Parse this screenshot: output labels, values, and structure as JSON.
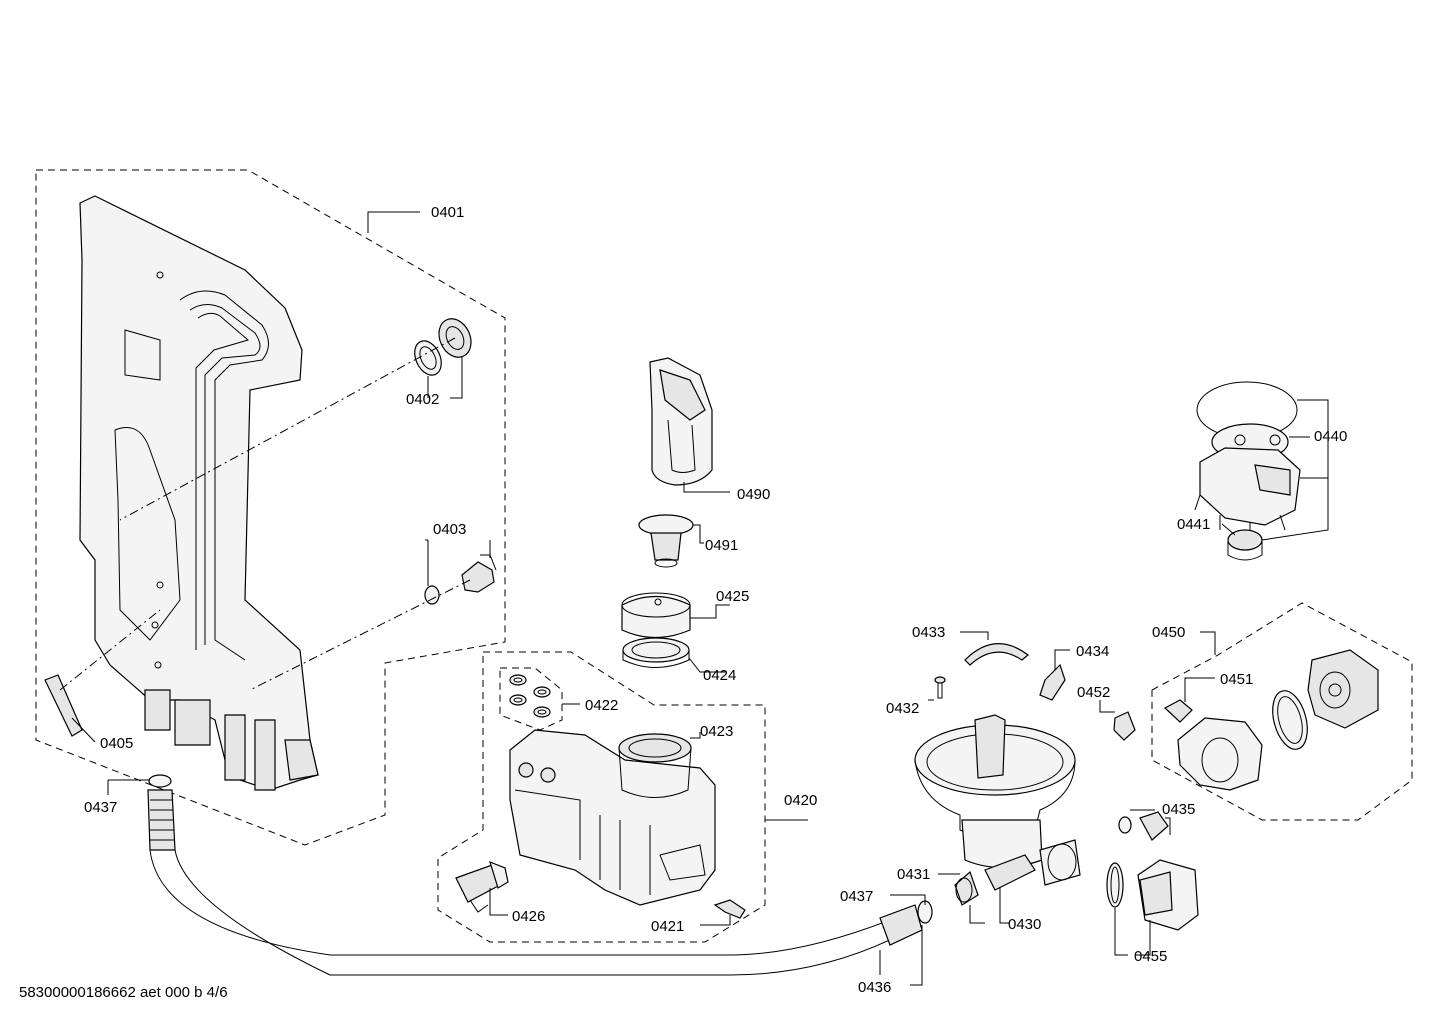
{
  "labels": {
    "p0401": "0401",
    "p0402": "0402",
    "p0403": "0403",
    "p0405": "0405",
    "p0437a": "0437",
    "p0490": "0490",
    "p0491": "0491",
    "p0425": "0425",
    "p0424": "0424",
    "p0422": "0422",
    "p0423": "0423",
    "p0420": "0420",
    "p0426": "0426",
    "p0421": "0421",
    "p0433": "0433",
    "p0434": "0434",
    "p0432": "0432",
    "p0452": "0452",
    "p0450": "0450",
    "p0451": "0451",
    "p0440": "0440",
    "p0441": "0441",
    "p0435": "0435",
    "p0431": "0431",
    "p0437b": "0437",
    "p0430": "0430",
    "p0455": "0455",
    "p0436": "0436"
  },
  "footer": "58300000186662 aet 000 b 4/6"
}
